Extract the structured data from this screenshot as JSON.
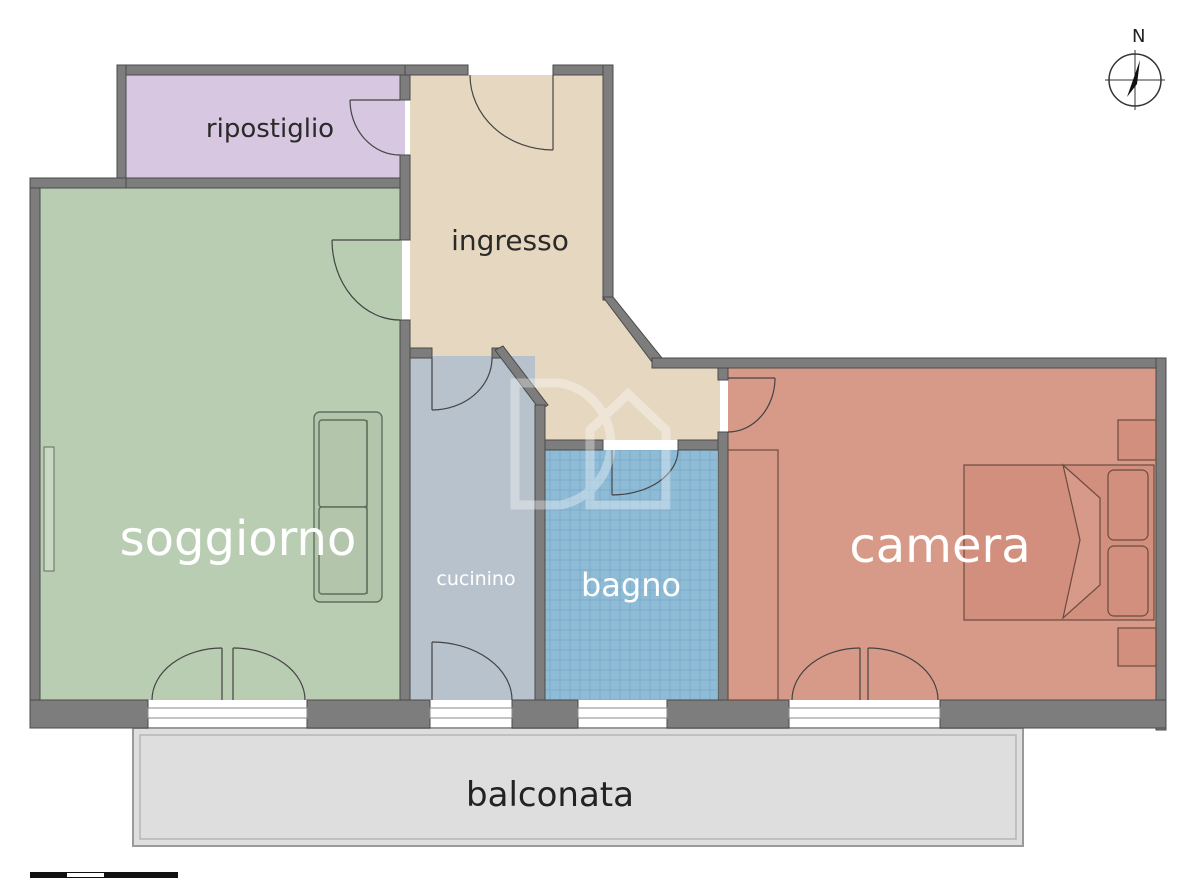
{
  "rooms": {
    "ripostiglio": {
      "label": "ripostiglio",
      "color": "#d7c7e0"
    },
    "ingresso": {
      "label": "ingresso",
      "color": "#e6d8c0"
    },
    "soggiorno": {
      "label": "soggiorno",
      "color": "#b9cdb2"
    },
    "cucinino": {
      "label": "cucinino",
      "color": "#b8c2cc"
    },
    "bagno": {
      "label": "bagno",
      "color": "#8ebbd6"
    },
    "camera": {
      "label": "camera",
      "color": "#d79a88"
    },
    "balconata": {
      "label": "balconata",
      "color": "#dedede"
    }
  },
  "compass": {
    "label": "N"
  },
  "colors": {
    "wall": "#7d7d7d",
    "wall_outline": "#4a4a4a",
    "furniture": "#5f6f5f"
  }
}
